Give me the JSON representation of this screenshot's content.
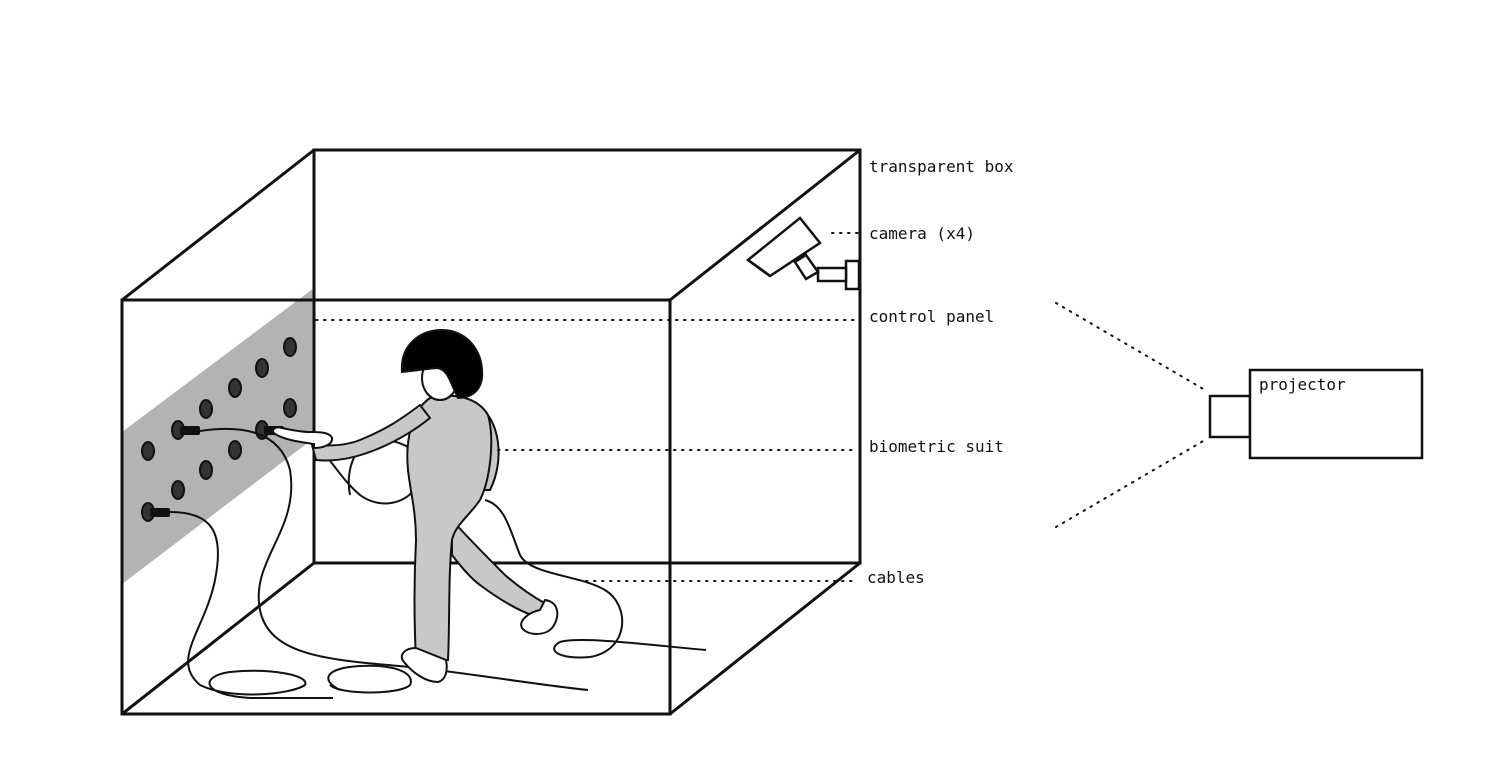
{
  "labels": {
    "transparent_box": "transparent box",
    "camera": "camera (x4)",
    "control_panel": "control panel",
    "biometric_suit": "biometric suit",
    "cables": "cables",
    "projector": "projector"
  },
  "colors": {
    "line": "#111111",
    "panel": "#b3b3b3",
    "suit": "#c8c8c8",
    "background": "#ffffff"
  }
}
